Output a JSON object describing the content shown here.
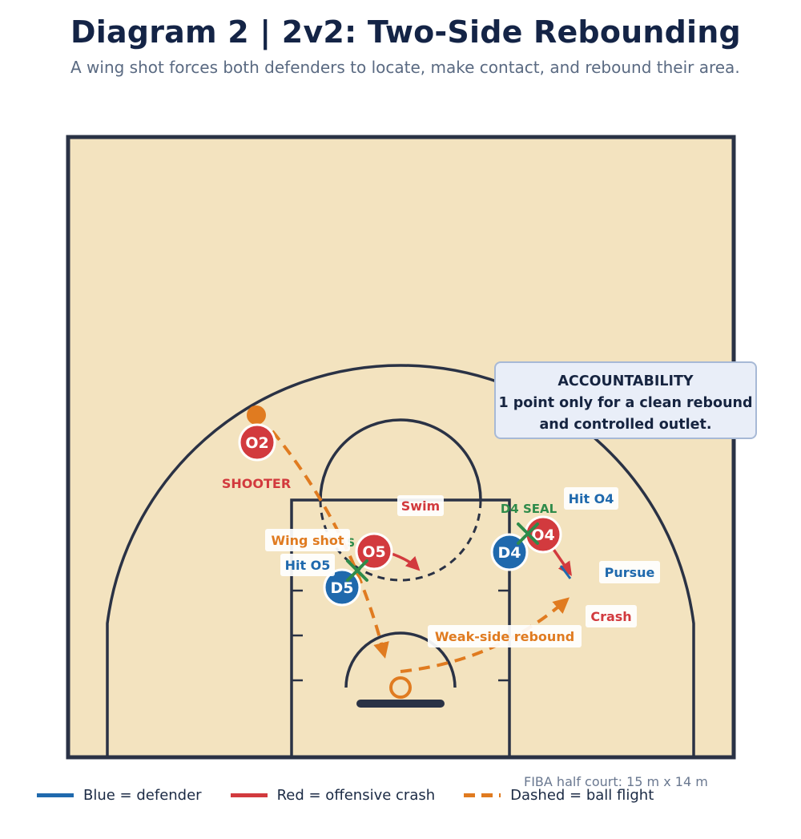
{
  "header": {
    "title": "Diagram 2 | 2v2: Two-Side Rebounding",
    "subtitle": "A wing shot forces both defenders to locate, make contact, and rebound their area."
  },
  "colors": {
    "court_fill": "#f3e3bf",
    "court_lines": "#2a3245",
    "defender": "#1f69ad",
    "offense": "#d23a3e",
    "ball_flight": "#e07b20",
    "seal": "#2e8b4a"
  },
  "players": {
    "o2": "O2",
    "o5": "O5",
    "o4": "O4",
    "d5": "D5",
    "d4": "D4"
  },
  "labels": {
    "shooter": "SHOOTER",
    "swim": "Swim",
    "d4_seal": "D4 SEAL",
    "hit_o4": "Hit O4",
    "wing_shot": "Wing shot",
    "hit_o5": "Hit O5",
    "pursue": "Pursue",
    "crash": "Crash",
    "weak_side_rebound": "Weak-side rebound",
    "d5_seal_partial": "S"
  },
  "callout": {
    "heading": "ACCOUNTABILITY",
    "line1": "1 point only for a clean rebound",
    "line2": "and controlled outlet."
  },
  "legend": {
    "defender": "Blue = defender",
    "offense": "Red = offensive crash",
    "ball": "Dashed = ball flight"
  },
  "court_note": "FIBA half court: 15 m x 14 m"
}
